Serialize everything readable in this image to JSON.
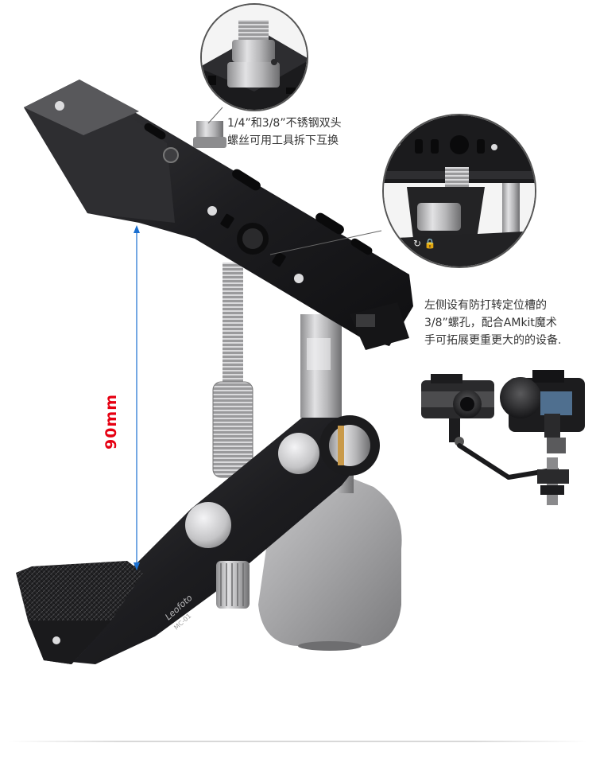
{
  "callouts": {
    "top": {
      "line1": "1/4”和3/8”不锈钢双头",
      "line2": "螺丝可用工具拆下互换"
    },
    "side": {
      "line1": "左侧设有防打转定位槽的",
      "line2": "3/8”螺孔，配合AMkit魔术",
      "line3": "手可拓展更重更大的的设备."
    }
  },
  "dimension": {
    "text": "90mm",
    "color": "#e60012",
    "line_color": "#1a6fd0"
  },
  "product": {
    "brand_engraving": "Leofoto",
    "model_engraving": "MC-01",
    "body_color": "#1c1c1e",
    "knob_color": "#a9a9ab"
  }
}
